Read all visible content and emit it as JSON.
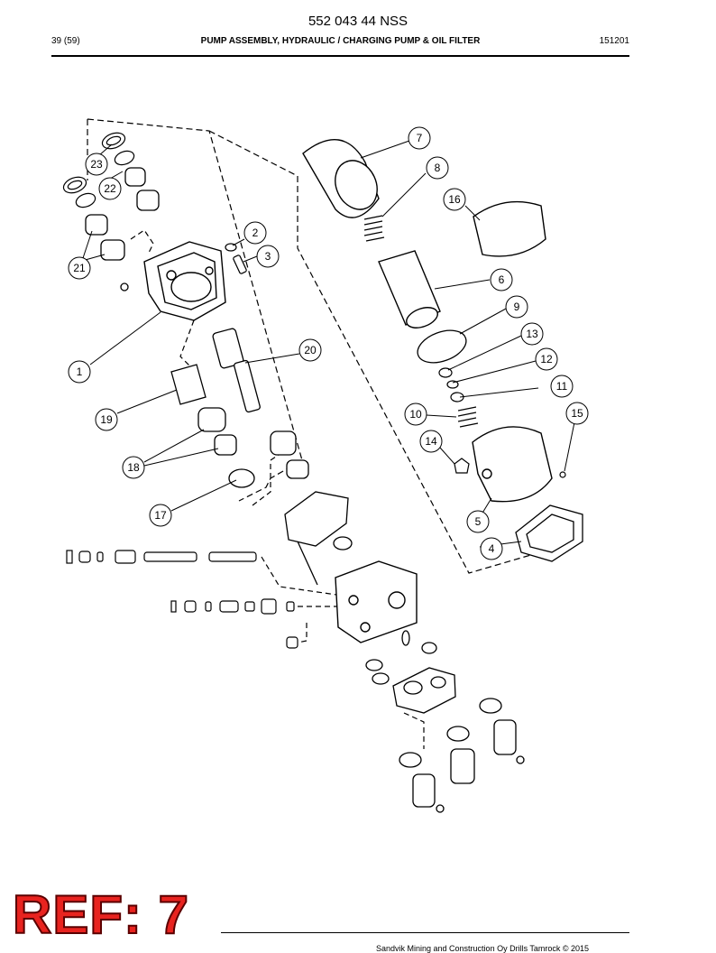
{
  "header": {
    "doc_number": "552 043 44 NSS",
    "page_count": "39 (59)",
    "title": "PUMP ASSEMBLY, HYDRAULIC / CHARGING PUMP & OIL FILTER",
    "date_code": "151201"
  },
  "callouts": [
    "1",
    "2",
    "3",
    "4",
    "5",
    "6",
    "7",
    "8",
    "9",
    "10",
    "11",
    "12",
    "13",
    "14",
    "15",
    "16",
    "17",
    "18",
    "19",
    "20",
    "21",
    "22",
    "23"
  ],
  "stamp": {
    "text": "REF: 7",
    "color": "#e8231f"
  },
  "footer": {
    "text": "Sandvik Mining and Construction Oy Drills Tamrock © 2015"
  }
}
